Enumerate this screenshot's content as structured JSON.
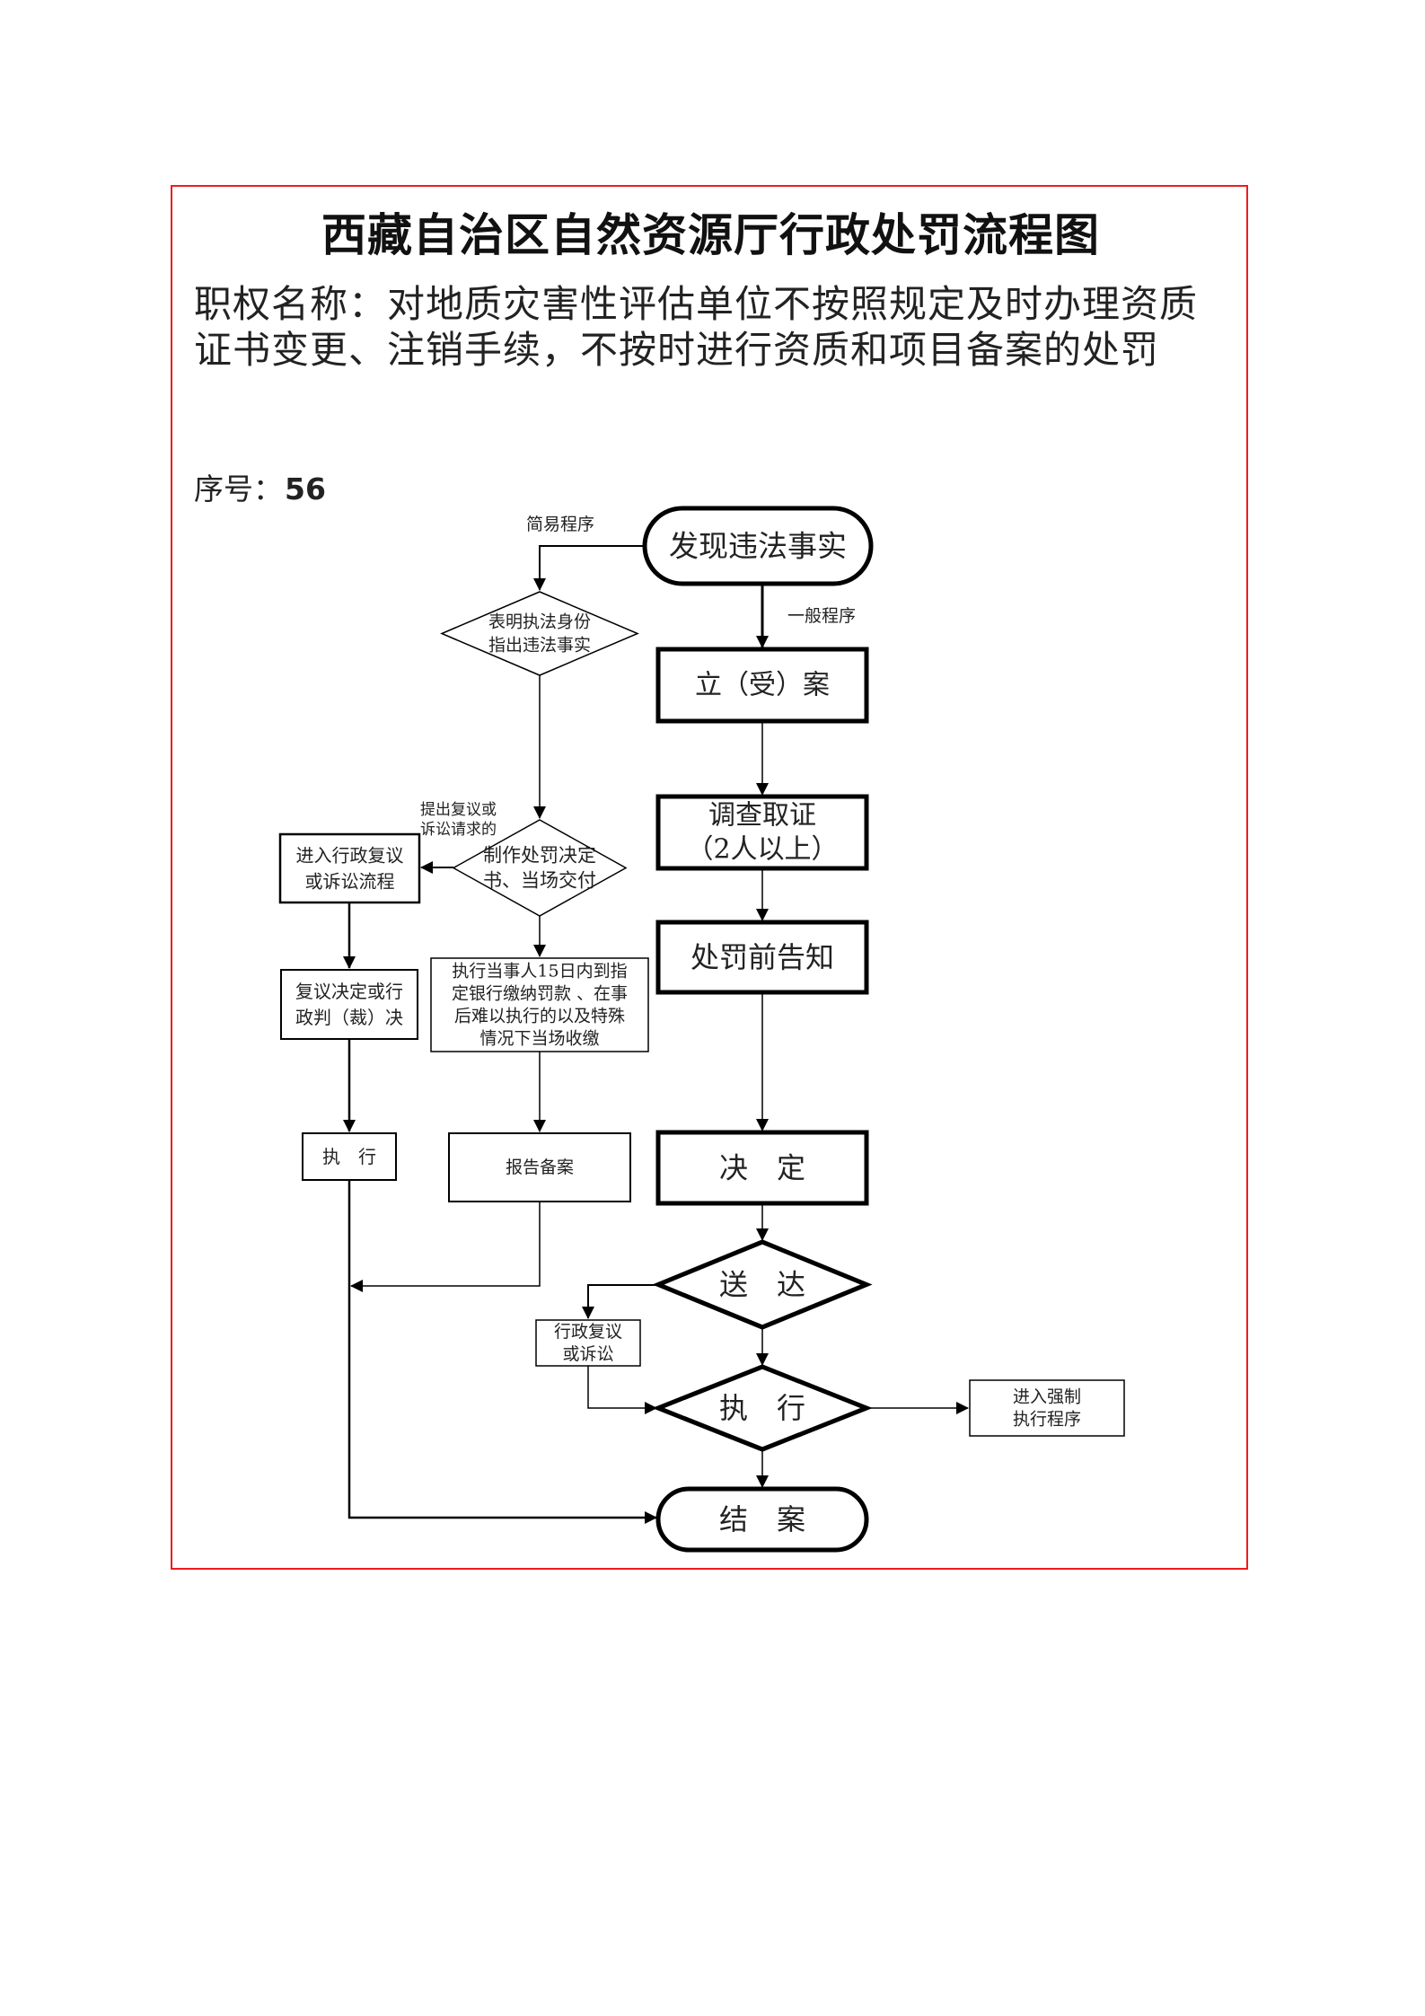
{
  "document": {
    "title": "西藏自治区自然资源厅行政处罚流程图",
    "authority_label": "职权名称：",
    "authority_name": "对地质灾害性评估单位不按照规定及时办理资质证书变更、注销手续，不按时进行资质和项目备案的处罚",
    "serial_label": "序号：",
    "serial_number": "56",
    "frame_color": "#ee1c1c"
  },
  "flowchart": {
    "nodes": {
      "start": {
        "shape": "terminator",
        "lines": [
          "发现违法事实"
        ]
      },
      "simple_identify": {
        "shape": "decision",
        "lines": [
          "表明执法身份",
          "指出违法事实"
        ]
      },
      "simple_decision": {
        "shape": "decision",
        "lines": [
          "制作处罚决定",
          "书、当场交付"
        ]
      },
      "review_process": {
        "shape": "process",
        "lines": [
          "进入行政复议",
          "或诉讼流程"
        ]
      },
      "review_result": {
        "shape": "process",
        "lines": [
          "复议决定或行",
          "政判（裁）决"
        ]
      },
      "left_execute": {
        "shape": "process",
        "lines": [
          "执　行"
        ]
      },
      "pay_fine": {
        "shape": "process",
        "lines": [
          "执行当事人15日内到指",
          "定银行缴纳罚款 、在事",
          "后难以执行的以及特殊",
          "情况下当场收缴"
        ]
      },
      "report_file": {
        "shape": "process",
        "lines": [
          "报告备案"
        ]
      },
      "register_case": {
        "shape": "process-bold",
        "lines": [
          "立（受）案"
        ]
      },
      "investigate": {
        "shape": "process-bold",
        "lines": [
          "调查取证",
          "（2人以上）"
        ]
      },
      "pre_notice": {
        "shape": "process-bold",
        "lines": [
          "处罚前告知"
        ]
      },
      "decide": {
        "shape": "process-bold",
        "lines": [
          "决　定"
        ]
      },
      "deliver": {
        "shape": "decision-bold",
        "lines": [
          "送　达"
        ]
      },
      "admin_review": {
        "shape": "process",
        "lines": [
          "行政复议",
          "或诉讼"
        ]
      },
      "execute": {
        "shape": "decision-bold",
        "lines": [
          "执　行"
        ]
      },
      "enforce": {
        "shape": "process",
        "lines": [
          "进入强制",
          "执行程序"
        ]
      },
      "close_case": {
        "shape": "terminator",
        "lines": [
          "结　案"
        ]
      }
    },
    "edge_labels": {
      "simple_procedure": "简易程序",
      "general_procedure": "一般程序",
      "review_request": [
        "提出复议或",
        "诉讼请求的"
      ]
    },
    "edges": [
      [
        "start",
        "simple_identify",
        "简易程序"
      ],
      [
        "start",
        "register_case",
        "一般程序"
      ],
      [
        "simple_identify",
        "simple_decision",
        ""
      ],
      [
        "simple_decision",
        "review_process",
        "提出复议或诉讼请求的"
      ],
      [
        "simple_decision",
        "pay_fine",
        ""
      ],
      [
        "review_process",
        "review_result",
        ""
      ],
      [
        "review_result",
        "left_execute",
        ""
      ],
      [
        "pay_fine",
        "report_file",
        ""
      ],
      [
        "report_file",
        "left_execute",
        ""
      ],
      [
        "left_execute",
        "close_case",
        ""
      ],
      [
        "register_case",
        "investigate",
        ""
      ],
      [
        "investigate",
        "pre_notice",
        ""
      ],
      [
        "pre_notice",
        "decide",
        ""
      ],
      [
        "decide",
        "deliver",
        ""
      ],
      [
        "deliver",
        "admin_review",
        ""
      ],
      [
        "deliver",
        "execute",
        ""
      ],
      [
        "admin_review",
        "execute",
        ""
      ],
      [
        "execute",
        "enforce",
        ""
      ],
      [
        "execute",
        "close_case",
        ""
      ]
    ]
  }
}
